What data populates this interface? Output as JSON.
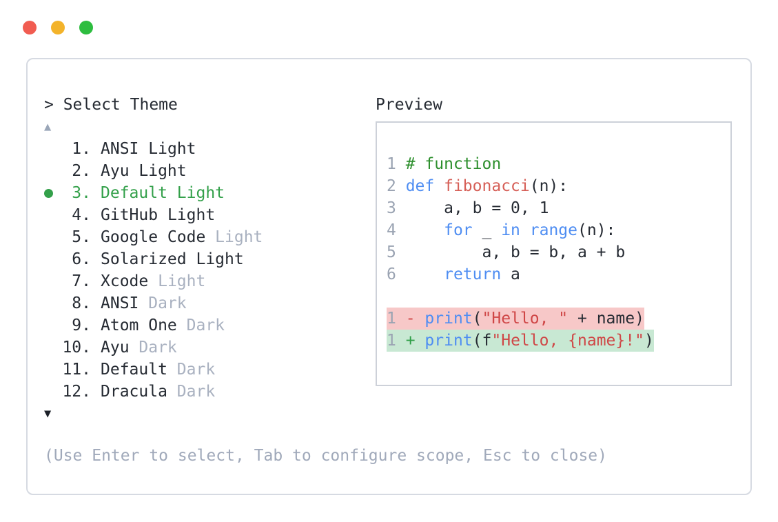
{
  "colors": {
    "text_dark": "#262b33",
    "muted": "#a9b1c0",
    "selected_green": "#33a04a",
    "comment_green": "#2d8f2d",
    "kw_blue": "#4e8df2",
    "fn_red": "#d65f57",
    "str_red": "#cf4646",
    "gutter_gray": "#9aa3b2",
    "del_bg": "#f7c8c8",
    "add_bg": "#c8e8d3",
    "del_sign": "#d04848",
    "add_sign": "#2f9e47",
    "panel_border": "#d6dae2",
    "preview_border": "#cdd1d9",
    "arrow_up": "#9aa6b8",
    "arrow_down": "#1c2028",
    "hint_gray": "#a0a9ba",
    "traffic_red": "#f15c51",
    "traffic_yellow": "#f3b32a",
    "traffic_green": "#2dbd3f"
  },
  "window": {
    "traffic_lights": [
      {
        "name": "close",
        "color_key": "l-red"
      },
      {
        "name": "minimize",
        "color_key": "l-yellow"
      },
      {
        "name": "maximize",
        "color_key": "l-green"
      }
    ]
  },
  "theme_selector": {
    "prompt": "> Select Theme",
    "scroll_up": "▲",
    "scroll_down": "▼",
    "items": [
      {
        "num": "1",
        "name": "ANSI",
        "variant": "Light",
        "variant_muted": false,
        "selected": false
      },
      {
        "num": "2",
        "name": "Ayu",
        "variant": "Light",
        "variant_muted": false,
        "selected": false
      },
      {
        "num": "3",
        "name": "Default",
        "variant": "Light",
        "variant_muted": false,
        "selected": true
      },
      {
        "num": "4",
        "name": "GitHub",
        "variant": "Light",
        "variant_muted": false,
        "selected": false
      },
      {
        "num": "5",
        "name": "Google Code",
        "variant": "Light",
        "variant_muted": true,
        "selected": false
      },
      {
        "num": "6",
        "name": "Solarized",
        "variant": "Light",
        "variant_muted": false,
        "selected": false
      },
      {
        "num": "7",
        "name": "Xcode",
        "variant": "Light",
        "variant_muted": true,
        "selected": false
      },
      {
        "num": "8",
        "name": "ANSI",
        "variant": "Dark",
        "variant_muted": true,
        "selected": false
      },
      {
        "num": "9",
        "name": "Atom One",
        "variant": "Dark",
        "variant_muted": true,
        "selected": false
      },
      {
        "num": "10",
        "name": "Ayu",
        "variant": "Dark",
        "variant_muted": true,
        "selected": false
      },
      {
        "num": "11",
        "name": "Default",
        "variant": "Dark",
        "variant_muted": true,
        "selected": false
      },
      {
        "num": "12",
        "name": "Dracula",
        "variant": "Dark",
        "variant_muted": true,
        "selected": false
      }
    ],
    "hint": "(Use Enter to select, Tab to configure scope, Esc to close)"
  },
  "preview": {
    "title": "Preview",
    "lines": [
      {
        "num": "",
        "bg": "",
        "tokens": []
      },
      {
        "num": "1",
        "bg": "",
        "tokens": [
          {
            "t": "# function",
            "c": "comment"
          }
        ]
      },
      {
        "num": "2",
        "bg": "",
        "tokens": [
          {
            "t": "def",
            "c": "kw"
          },
          {
            "t": " ",
            "c": "plain"
          },
          {
            "t": "fibonacci",
            "c": "fn"
          },
          {
            "t": "(n):",
            "c": "plain"
          }
        ]
      },
      {
        "num": "3",
        "bg": "",
        "tokens": [
          {
            "t": "    a, b = 0, 1",
            "c": "plain"
          }
        ]
      },
      {
        "num": "4",
        "bg": "",
        "tokens": [
          {
            "t": "    ",
            "c": "plain"
          },
          {
            "t": "for",
            "c": "kw"
          },
          {
            "t": " _ ",
            "c": "plain"
          },
          {
            "t": "in",
            "c": "kw"
          },
          {
            "t": " ",
            "c": "plain"
          },
          {
            "t": "range",
            "c": "kw"
          },
          {
            "t": "(n):",
            "c": "plain"
          }
        ]
      },
      {
        "num": "5",
        "bg": "",
        "tokens": [
          {
            "t": "        a, b = b, a + b",
            "c": "plain"
          }
        ]
      },
      {
        "num": "6",
        "bg": "",
        "tokens": [
          {
            "t": "    ",
            "c": "plain"
          },
          {
            "t": "return",
            "c": "kw"
          },
          {
            "t": " a",
            "c": "plain"
          }
        ]
      },
      {
        "num": "",
        "bg": "",
        "tokens": []
      },
      {
        "num": "1",
        "bg": "del",
        "tokens": [
          {
            "t": "-",
            "c": "del"
          },
          {
            "t": " ",
            "c": "plain"
          },
          {
            "t": "print",
            "c": "kw"
          },
          {
            "t": "(",
            "c": "plain"
          },
          {
            "t": "\"Hello, \"",
            "c": "str"
          },
          {
            "t": " + name)",
            "c": "plain"
          }
        ]
      },
      {
        "num": "1",
        "bg": "add",
        "tokens": [
          {
            "t": "+",
            "c": "add"
          },
          {
            "t": " ",
            "c": "plain"
          },
          {
            "t": "print",
            "c": "kw"
          },
          {
            "t": "(f",
            "c": "plain"
          },
          {
            "t": "\"Hello, {name}!\"",
            "c": "str"
          },
          {
            "t": ")",
            "c": "plain"
          }
        ]
      }
    ]
  }
}
